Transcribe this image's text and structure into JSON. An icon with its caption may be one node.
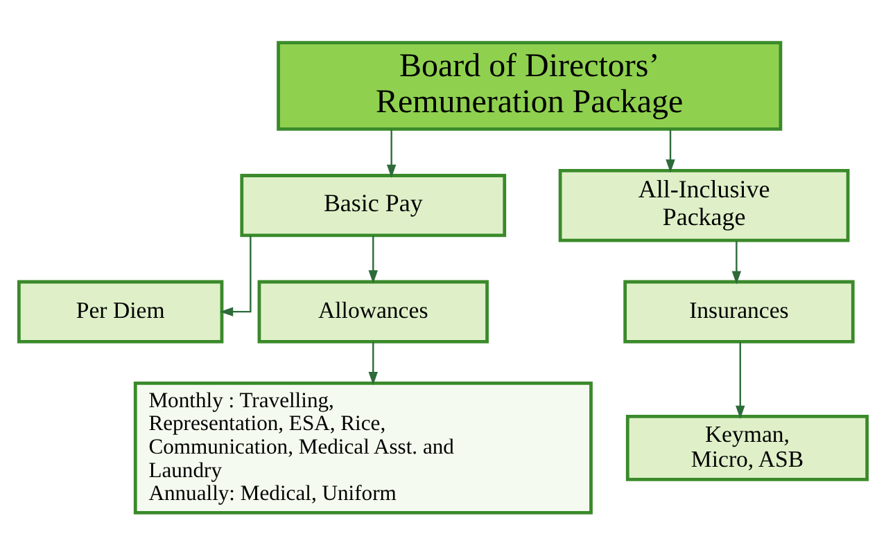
{
  "diagram": {
    "nodes": [
      {
        "text": [
          "Board of Directors’ Remuneration Package"
        ]
      },
      {
        "text": [
          "Basic Pay"
        ]
      },
      {
        "text": [
          "All-Inclusive Package"
        ]
      },
      {
        "text": [
          "Per Diem"
        ]
      },
      {
        "text": [
          "Allowances"
        ]
      },
      {
        "text": [
          "Monthly : Travelling, Representation, ESA, Rice, Communication, Medical Asst. and Laundry",
          "Annually: Medical, Uniform"
        ]
      },
      {
        "text": [
          "Insurances"
        ]
      },
      {
        "text": [
          "Keyman, Micro, ASB"
        ]
      }
    ],
    "edges": [
      {
        "from": 0,
        "to": 1,
        "arrow": "to"
      },
      {
        "from": 0,
        "to": 2,
        "arrow": "to"
      },
      {
        "from": 1,
        "to": 3,
        "arrow": "to"
      },
      {
        "from": 1,
        "to": 4,
        "arrow": "to"
      },
      {
        "from": 4,
        "to": 5,
        "arrow": "to"
      },
      {
        "from": 2,
        "to": 6,
        "arrow": "to"
      },
      {
        "from": 6,
        "to": 7,
        "arrow": "to"
      }
    ]
  }
}
